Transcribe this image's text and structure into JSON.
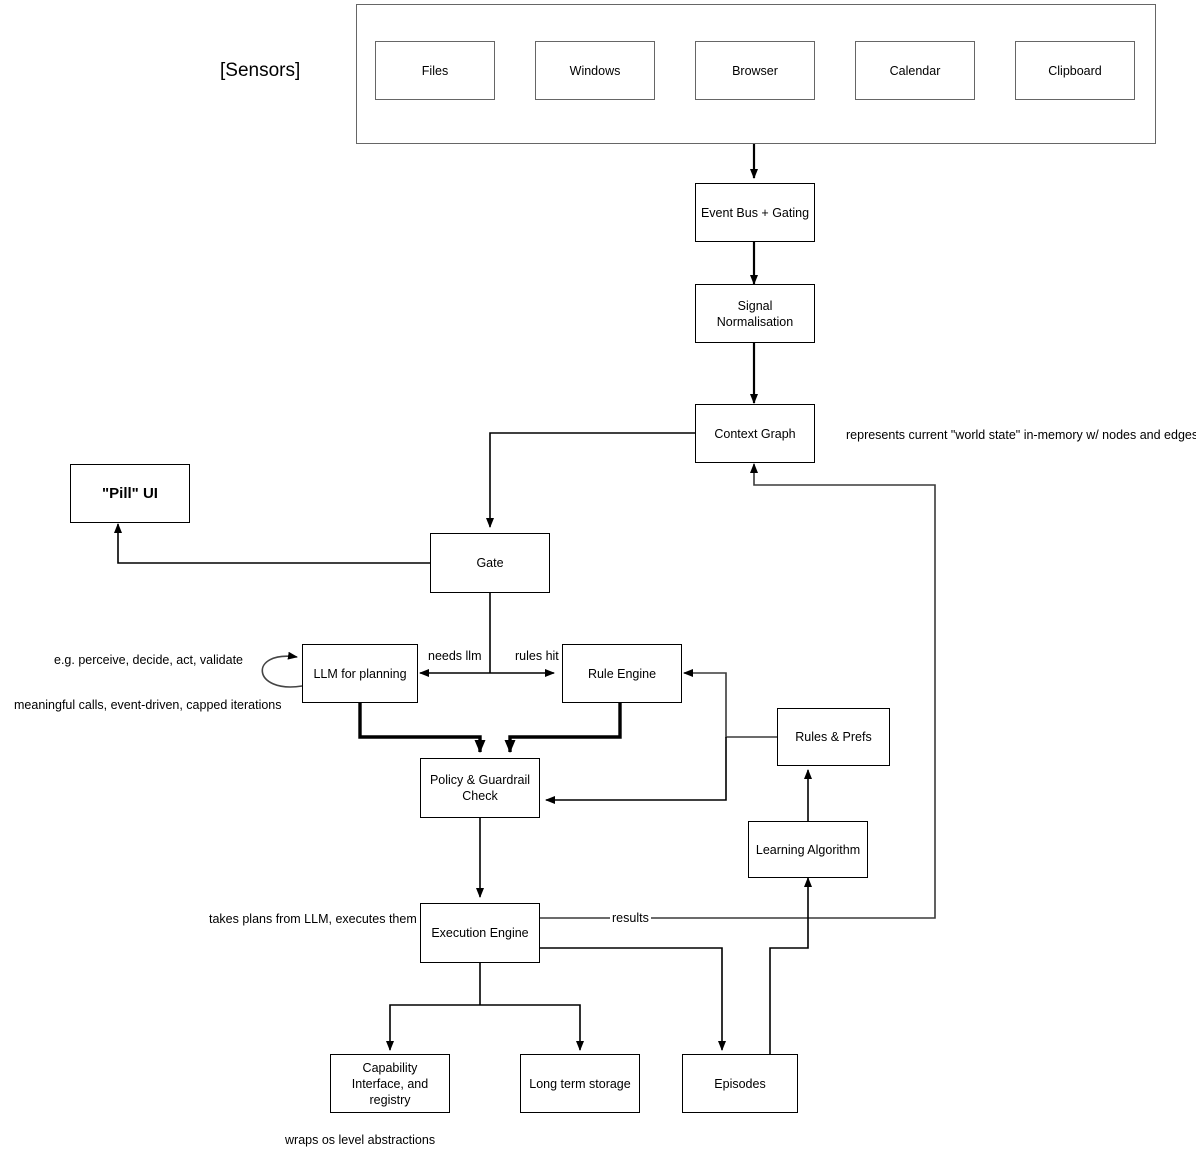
{
  "diagram": {
    "title_label": "[Sensors]",
    "sensors": [
      {
        "label": "Files"
      },
      {
        "label": "Windows"
      },
      {
        "label": "Browser"
      },
      {
        "label": "Calendar"
      },
      {
        "label": "Clipboard"
      }
    ],
    "nodes": {
      "event_bus": "Event Bus + Gating",
      "signal_normalisation": "Signal Normalisation",
      "context_graph": "Context Graph",
      "pill_ui": "\"Pill\" UI",
      "gate": "Gate",
      "llm_planning": "LLM for planning",
      "rule_engine": "Rule Engine",
      "rules_prefs": "Rules & Prefs",
      "policy_guardrail": "Policy & Guardrail Check",
      "learning_algorithm": "Learning Algorithm",
      "execution_engine": "Execution Engine",
      "capability_interface": "Capability Interface, and registry",
      "long_term_storage": "Long term storage",
      "episodes": "Episodes"
    },
    "edge_labels": {
      "needs_llm": "needs llm",
      "rules_hit": "rules hit",
      "results": "results"
    },
    "annotations": {
      "context_graph_note": "represents current \"world state\" in-memory w/ nodes and edges",
      "llm_loop_note": "e.g. perceive, decide, act, validate",
      "llm_calls_note": "meaningful calls, event-driven, capped iterations",
      "execution_engine_note": "takes plans from LLM, executes them",
      "capability_note": "wraps os level abstractions"
    },
    "colors": {
      "stroke": "#000000",
      "group_stroke": "#666666",
      "background": "#ffffff"
    }
  }
}
